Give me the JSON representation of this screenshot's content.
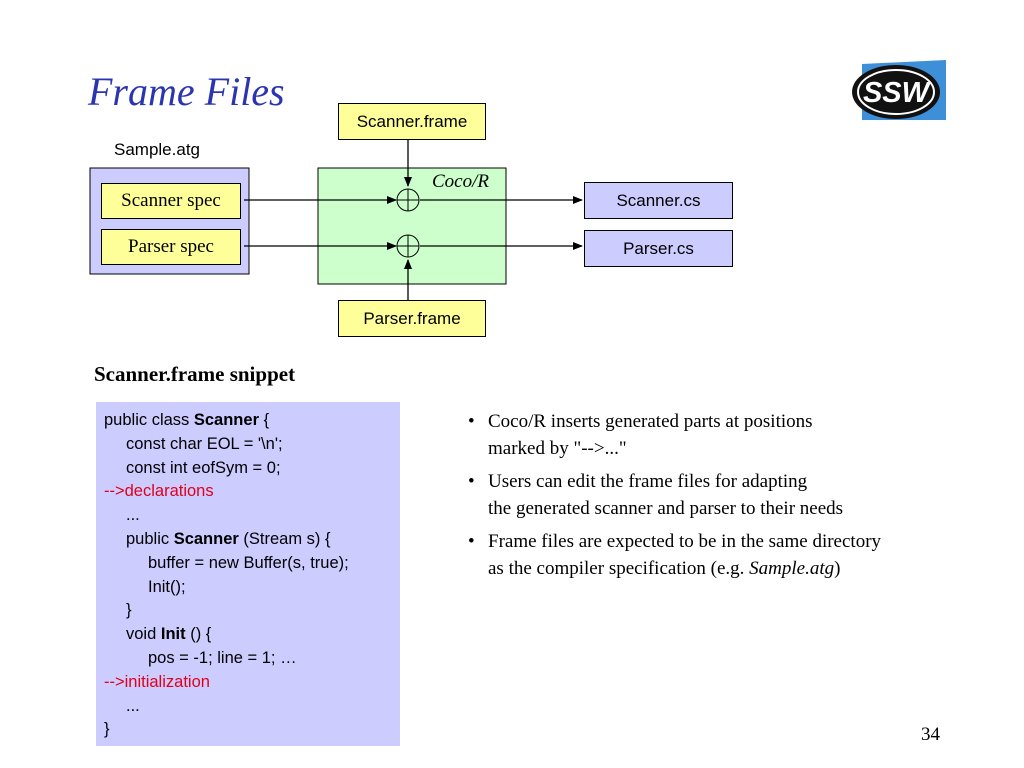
{
  "slide": {
    "title": "Frame Files",
    "logo_text": "SSW",
    "page_number": "34"
  },
  "diagram": {
    "source_file_label": "Sample.atg",
    "scanner_spec": "Scanner spec",
    "parser_spec": "Parser spec",
    "tool_label": "Coco/R",
    "scanner_frame": "Scanner.frame",
    "parser_frame": "Parser.frame",
    "scanner_output": "Scanner.cs",
    "parser_output": "Parser.cs"
  },
  "snippet": {
    "heading": "Scanner.frame snippet",
    "lines": {
      "l1a": "public class ",
      "l1b": "Scanner",
      "l1c": " {",
      "l2": "const char EOL = '\\n';",
      "l3": "const int eofSym = 0;",
      "l4": "-->declarations",
      "l5": "...",
      "l6a": "public ",
      "l6b": "Scanner",
      "l6c": " (Stream s) {",
      "l7": "buffer = new Buffer(s, true);",
      "l8": "Init();",
      "l9": "}",
      "l10a": "void ",
      "l10b": "Init",
      "l10c": " () {",
      "l11": "pos = -1; line = 1; …",
      "l12": "-->initialization",
      "l13": "...",
      "l14": "}"
    }
  },
  "bullets": {
    "b1_line1": "Coco/R inserts generated parts at positions",
    "b1_line2": "marked by \"-->...\"",
    "b2_line1": "Users can edit the frame files for adapting",
    "b2_line2": "the generated scanner and parser to their needs",
    "b3_line1": "Frame files are expected to be in the same directory",
    "b3_line2a": "as the compiler specification (e.g. ",
    "b3_line2b": "Sample.atg",
    "b3_line2c": ")",
    "bullet_glyph": "•"
  },
  "colors": {
    "title": "#2b35b0",
    "yellow": "#ffff99",
    "lavender": "#ccccff",
    "green": "#ccffcc",
    "red_text": "#e0001b",
    "logo_blue": "#3d8fd8"
  }
}
